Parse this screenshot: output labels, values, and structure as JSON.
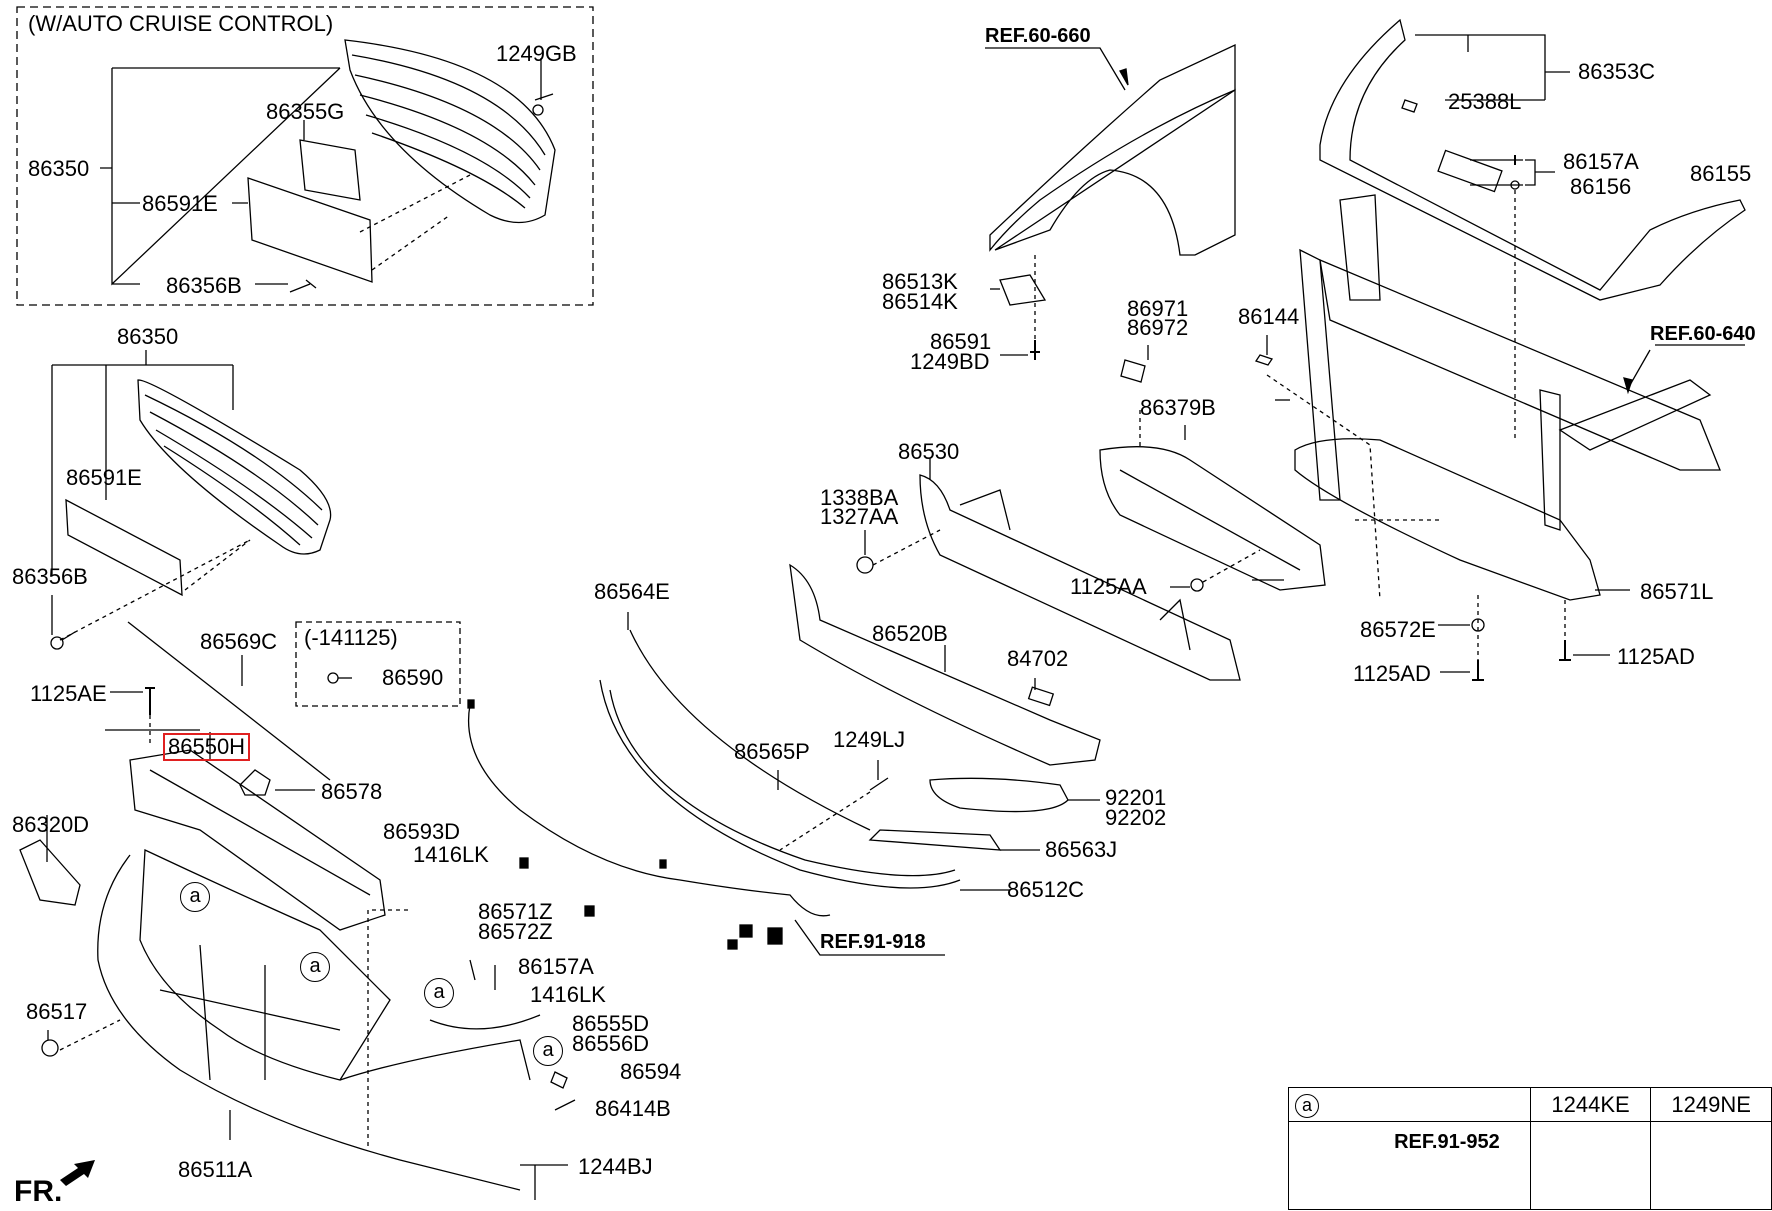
{
  "diagram": {
    "title_note": "(W/AUTO CRUISE CONTROL)",
    "date_note": "(-141125)",
    "direction_label": "FR.",
    "highlight_color": "#e02020",
    "highlighted_part": "86550H",
    "callout_symbol": "a",
    "references": [
      "REF.60-660",
      "REF.60-640",
      "REF.91-918",
      "REF.91-952"
    ],
    "labels": {
      "inset_1249GB": "1249GB",
      "inset_86355G": "86355G",
      "inset_86350": "86350",
      "inset_86591E": "86591E",
      "inset_86356B": "86356B",
      "main_86350": "86350",
      "main_86591E": "86591E",
      "main_86356B": "86356B",
      "p86569C": "86569C",
      "p86590": "86590",
      "p1125AE": "1125AE",
      "p86550H": "86550H",
      "p86578": "86578",
      "p86320D": "86320D",
      "p86593D": "86593D",
      "p1416LK_1": "1416LK",
      "p86571Z": "86571Z",
      "p86572Z": "86572Z",
      "p86157A_1": "86157A",
      "p1416LK_2": "1416LK",
      "p86555D": "86555D",
      "p86556D": "86556D",
      "p86594": "86594",
      "p86414B": "86414B",
      "p1244BJ": "1244BJ",
      "p86517": "86517",
      "p86511A": "86511A",
      "ref_60_660": "REF.60-660",
      "p86513K": "86513K",
      "p86514K": "86514K",
      "p86591": "86591",
      "p1249BD": "1249BD",
      "p86971": "86971",
      "p86972": "86972",
      "p86144": "86144",
      "p86353C": "86353C",
      "p25388L": "25388L",
      "p86157A_2": "86157A",
      "p86156": "86156",
      "p86155": "86155",
      "ref_60_640": "REF.60-640",
      "p86379B": "86379B",
      "p86530": "86530",
      "p1338BA": "1338BA",
      "p1327AA": "1327AA",
      "p1125AA": "1125AA",
      "p86571L": "86571L",
      "p86572E": "86572E",
      "p1125AD_1": "1125AD",
      "p1125AD_2": "1125AD",
      "p86564E": "86564E",
      "p86520B": "86520B",
      "p84702": "84702",
      "p86565P": "86565P",
      "p1249LJ": "1249LJ",
      "p92201": "92201",
      "p92202": "92202",
      "p86563J": "86563J",
      "p86512C": "86512C",
      "ref_91_918": "REF.91-918"
    },
    "legend_table": {
      "header_symbol": "a",
      "ref": "REF.91-952",
      "col1": "1244KE",
      "col2": "1249NE"
    }
  }
}
